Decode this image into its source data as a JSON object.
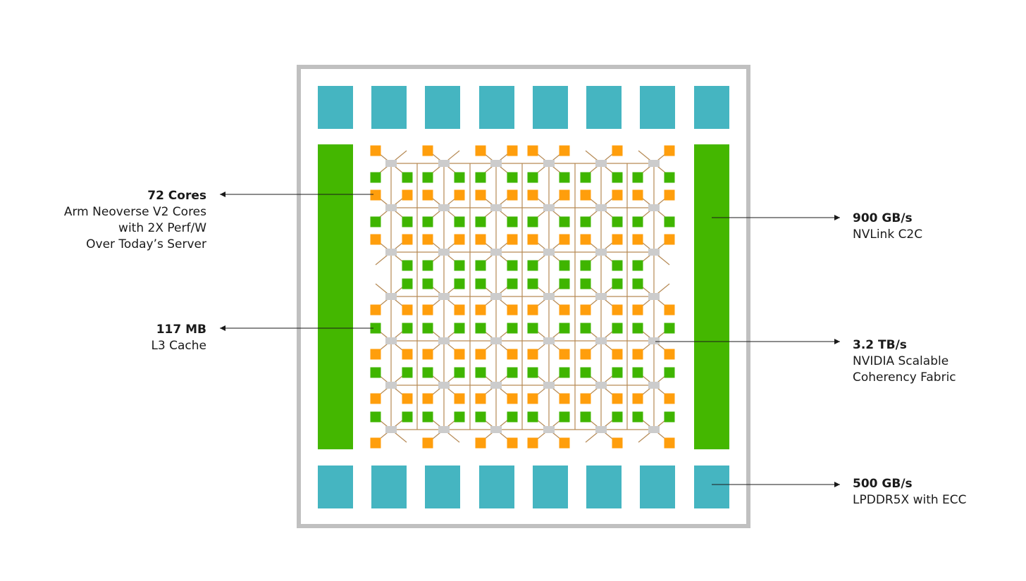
{
  "labels": {
    "cores": {
      "head": "72 Cores",
      "lines": [
        "Arm Neoverse V2 Cores",
        "with 2X Perf/W",
        "Over Today’s Server"
      ]
    },
    "cache": {
      "head": "117 MB",
      "lines": [
        "L3 Cache"
      ]
    },
    "nvlink": {
      "head": "900 GB/s",
      "lines": [
        "NVLink C2C"
      ]
    },
    "fabric": {
      "head": "3.2 TB/s",
      "lines": [
        "NVIDIA Scalable",
        "Coherency Fabric"
      ]
    },
    "memory": {
      "head": "500 GB/s",
      "lines": [
        "LPDDR5X with ECC"
      ]
    }
  },
  "colors": {
    "border": "#c0c0c0",
    "memory_block": "#45b5c1",
    "nvlink_bar": "#44b700",
    "core": "#ff9e0c",
    "cache": "#3fb500",
    "router": "#cccccc",
    "wire": "#b68a55",
    "arrow": "#1a1a1a"
  }
}
